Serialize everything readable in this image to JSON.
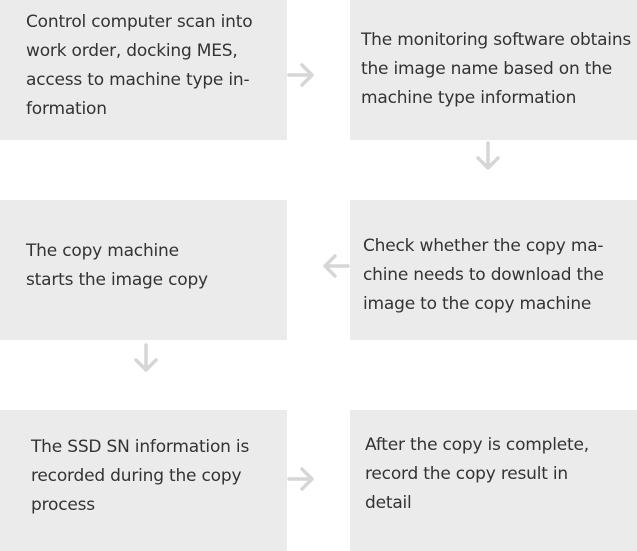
{
  "steps": [
    {
      "text": "Control computer scan into\nwork order, docking MES,\naccess to machine type in-\nformation"
    },
    {
      "text": "The monitoring software obtains\nthe image name based on the\nmachine type information"
    },
    {
      "text": "Check whether the copy ma-\nchine needs to download the\nimage to the copy machine"
    },
    {
      "text": "The copy machine\nstarts the image copy"
    },
    {
      "text": "The SSD SN information is\nrecorded during the copy\nprocess"
    },
    {
      "text": "After the copy is complete,\nrecord the copy result in\ndetail"
    }
  ],
  "colors": {
    "box_fill": "#ebebeb",
    "arrow": "#d6d6d6",
    "text": "#333333"
  },
  "icons": [
    "arrow-right-icon",
    "arrow-down-icon",
    "arrow-left-icon",
    "arrow-down-icon",
    "arrow-right-icon"
  ]
}
